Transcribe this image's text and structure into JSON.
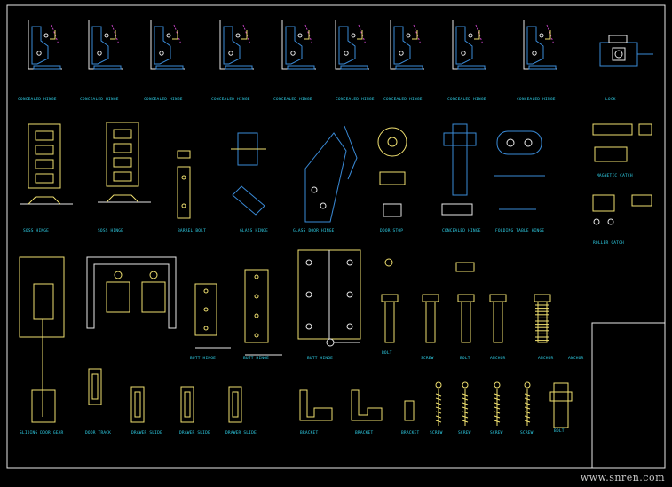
{
  "watermark": "www.snren.com",
  "colors": {
    "background": "#000000",
    "frame": "#e8e8e8",
    "part_yellow": "#f0e070",
    "part_blue": "#3a8bd8",
    "label_cyan": "#2fd0e8",
    "dim_magenta": "#c040c0"
  },
  "labels": {
    "r1": [
      "CONCEALED HINGE",
      "CONCEALED HINGE",
      "CONCEALED HINGE",
      "CONCEALED HINGE",
      "CONCEALED HINGE",
      "CONCEALED HINGE",
      "CONCEALED HINGE",
      "CONCEALED HINGE",
      "CONCEALED HINGE",
      "LOCK"
    ],
    "r2": [
      "SOSS HINGE",
      "SOSS HINGE",
      "BARREL BOLT",
      "GLASS HINGE",
      "GLASS DOOR HINGE",
      "DOOR STOP",
      "CONCEALED HINGE",
      "FOLDING TABLE HINGE",
      "MAGNETIC CATCH",
      "ROLLER CATCH"
    ],
    "r3": [
      "SLIDING DOOR GEAR",
      "BUTT HINGE",
      "BUTT HINGE",
      "BUTT HINGE",
      "BOLT",
      "SCREW",
      "BOLT",
      "ANCHOR",
      "ANCHOR",
      "ANCHOR"
    ],
    "r4": [
      "DOOR TRACK",
      "DRAWER SLIDE",
      "DRAWER SLIDE",
      "DRAWER SLIDE",
      "BRACKET",
      "BRACKET",
      "BRACKET",
      "SCREW",
      "SCREW",
      "SCREW",
      "SCREW",
      "BOLT"
    ]
  }
}
